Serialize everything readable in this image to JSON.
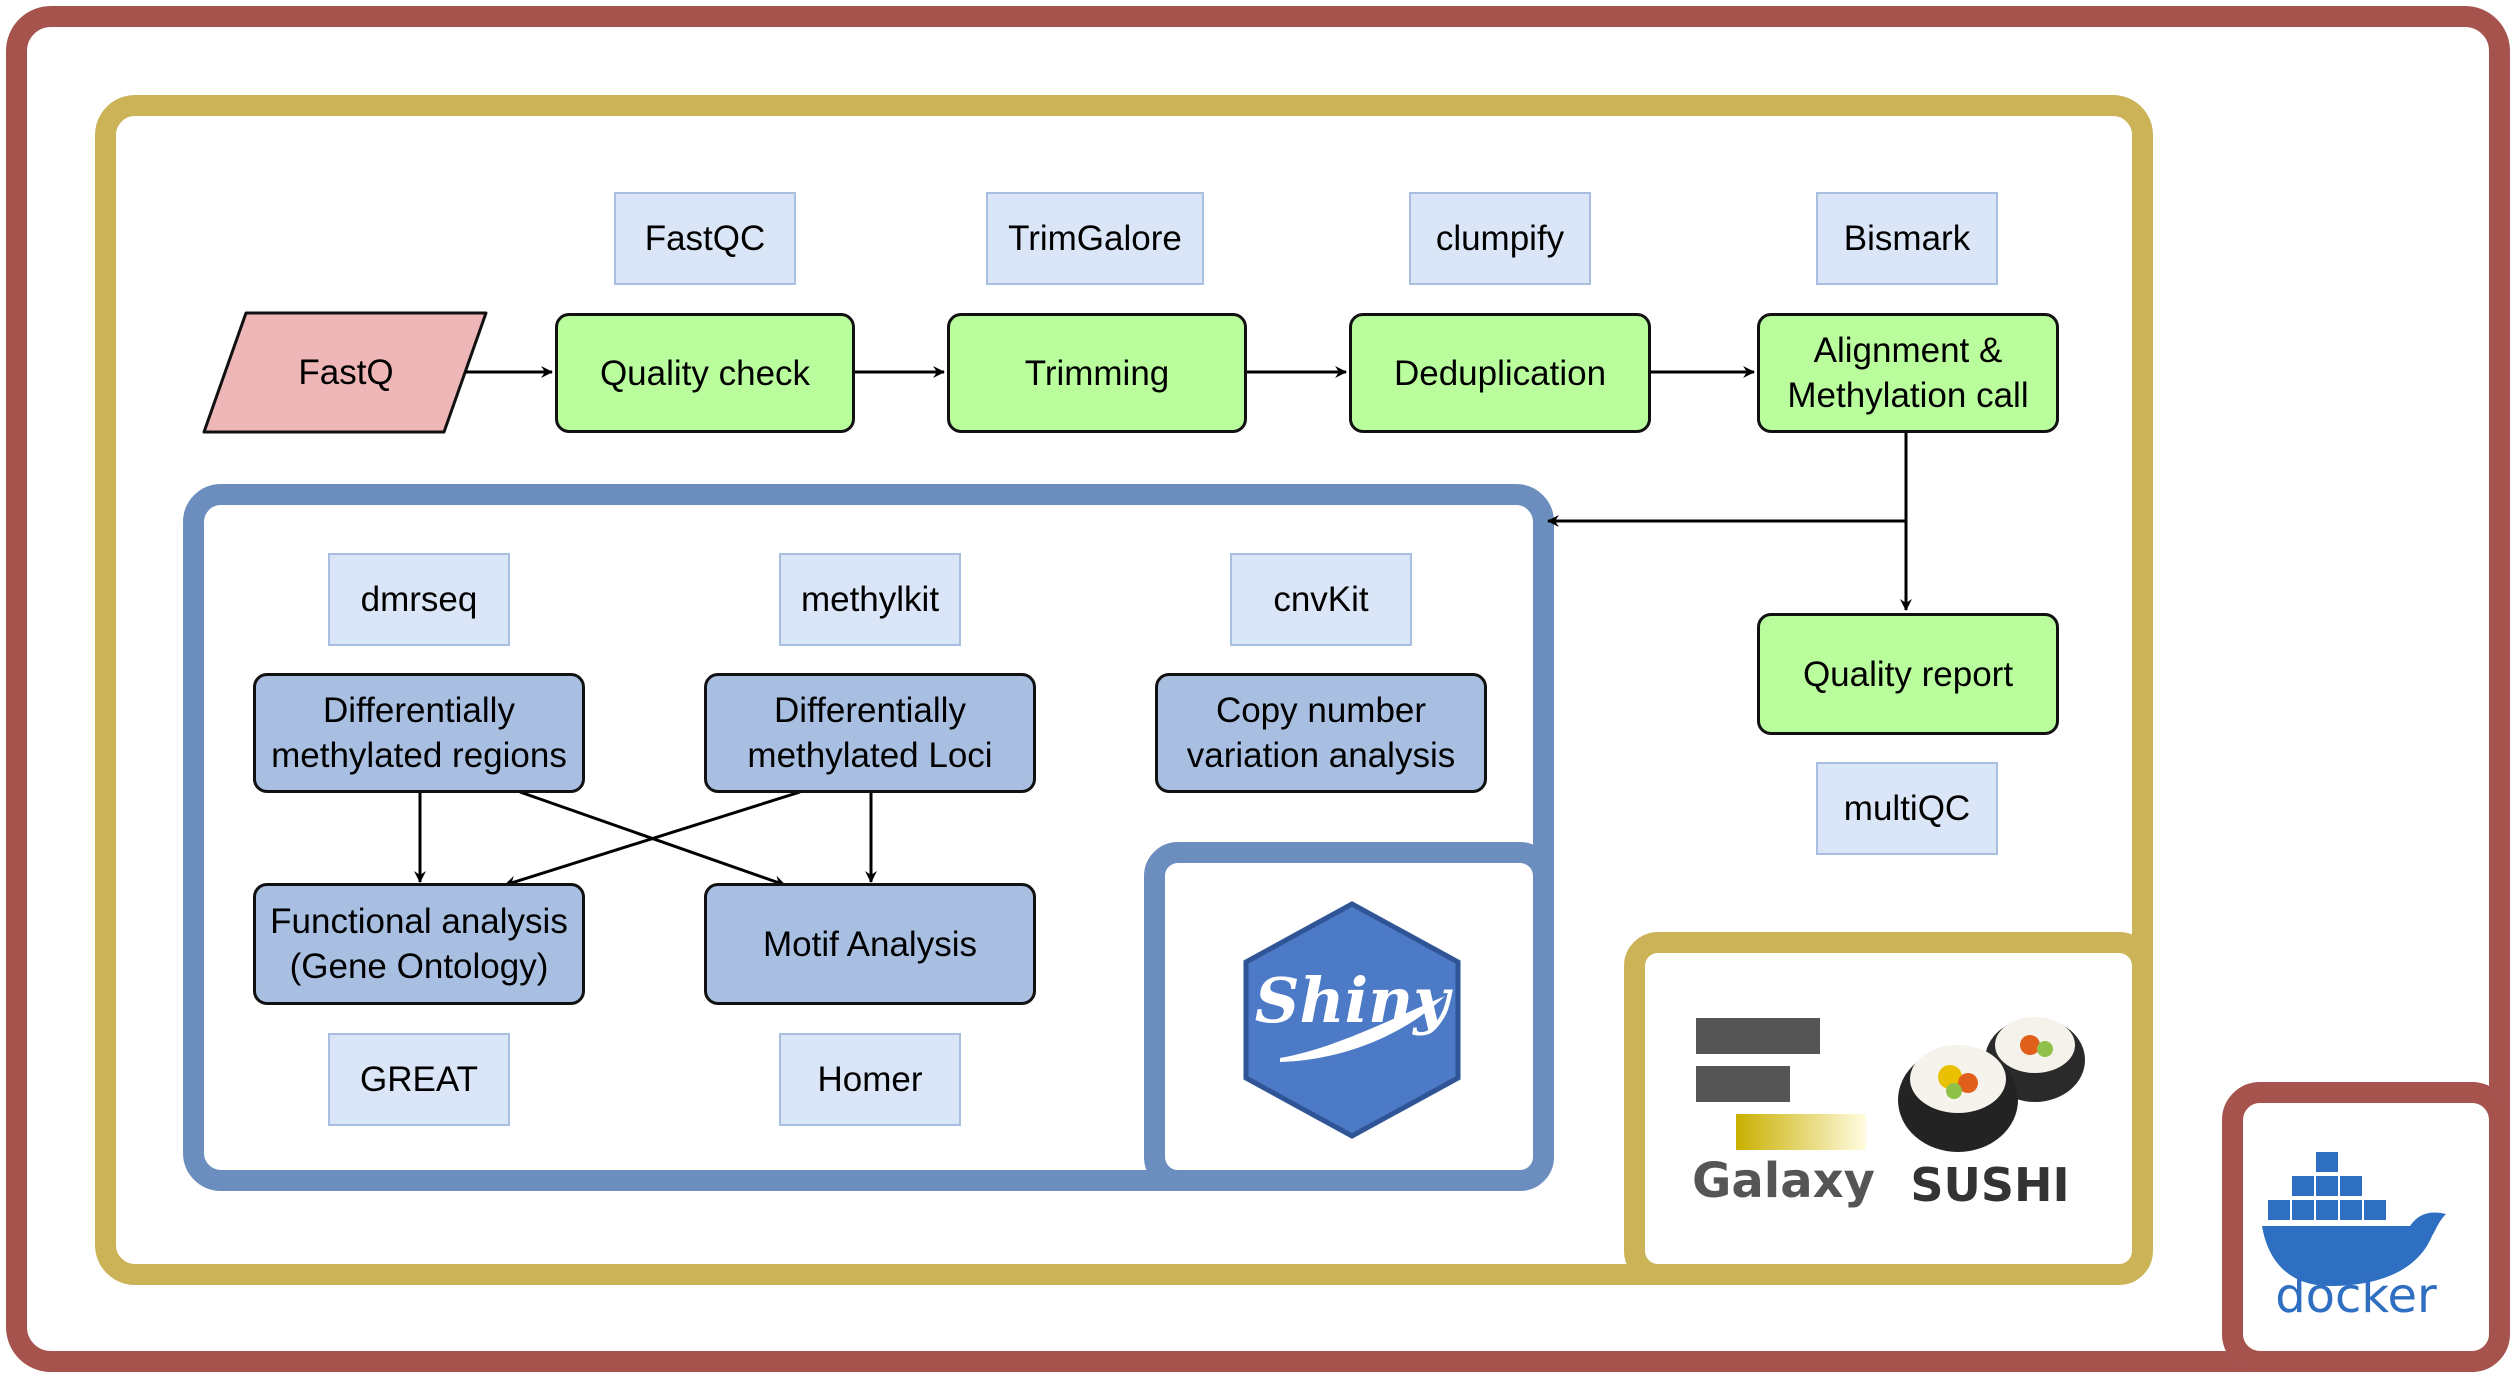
{
  "input": {
    "label": "FastQ"
  },
  "pipeline": {
    "steps": [
      {
        "label": "Quality check",
        "tool": "FastQC"
      },
      {
        "label": "Trimming",
        "tool": "TrimGalore"
      },
      {
        "label": "Deduplication",
        "tool": "clumpify"
      },
      {
        "label": "Alignment &\nMethylation call",
        "tool": "Bismark"
      }
    ],
    "report": {
      "label": "Quality report",
      "tool": "multiQC"
    }
  },
  "analysis": {
    "dmr": {
      "label": "Differentially\nmethylated regions",
      "tool": "dmrseq"
    },
    "dml": {
      "label": "Differentially\nmethylated Loci",
      "tool": "methylkit"
    },
    "cnv": {
      "label": "Copy number\nvariation analysis",
      "tool": "cnvKit"
    },
    "functional": {
      "label": "Functional analysis\n(Gene Ontology)",
      "tool": "GREAT"
    },
    "motif": {
      "label": "Motif Analysis",
      "tool": "Homer"
    }
  },
  "logos": {
    "shiny": "Shiny",
    "galaxy": "Galaxy",
    "sushi": "SUSHI",
    "docker": "docker"
  },
  "colors": {
    "outer_frame": "#a6534e",
    "pipeline_frame": "#cdb358",
    "analysis_frame": "#6c8ebf",
    "process_fill": "#b9fd9c",
    "analysis_fill": "#a8bfe2",
    "tool_fill": "#dae6f7",
    "input_fill": "#eeb6b6"
  }
}
